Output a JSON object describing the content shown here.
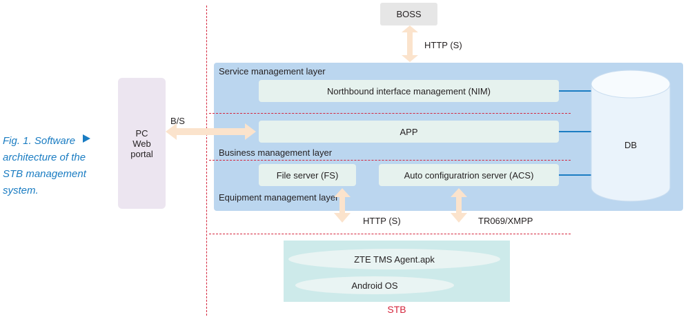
{
  "caption": {
    "lines": [
      "Fig. 1. Software",
      "architecture of the",
      "STB management",
      "system."
    ]
  },
  "pc_portal": {
    "lines": [
      "PC",
      "Web",
      "portal"
    ],
    "protocol": "B/S"
  },
  "boss": {
    "label": "BOSS",
    "protocol": "HTTP (S)"
  },
  "layers": {
    "service": "Service management layer",
    "business": "Business management layer",
    "equipment": "Equipment management layer"
  },
  "components": {
    "nim": "Northbound interface management (NIM)",
    "app": "APP",
    "fs": "File server (FS)",
    "acs": "Auto configuratrion server (ACS)",
    "db": "DB"
  },
  "bottom_protocols": {
    "fs": "HTTP (S)",
    "acs": "TR069/XMPP"
  },
  "stb": {
    "agent": "ZTE TMS Agent.apk",
    "os": "Android OS",
    "label": "STB"
  },
  "colors": {
    "accent_blue": "#1a7cc2",
    "divider_red": "#d4243b",
    "panel_blue": "#bbd6ef",
    "arrow_peach": "#fbe3cc"
  }
}
